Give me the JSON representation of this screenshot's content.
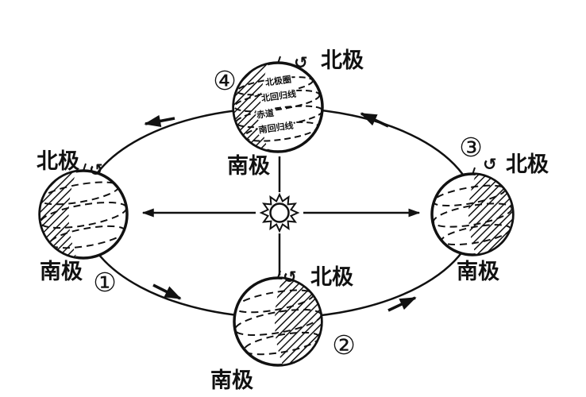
{
  "figure": {
    "kind": "earth-revolution-orbit-diagram"
  },
  "colors": {
    "ink": "#111111",
    "background": "#ffffff"
  },
  "sun": {
    "name": "sun-symbol"
  },
  "earths": [
    {
      "number": "①",
      "north_pole": "北极",
      "south_pole": "南极",
      "rotation": "↺"
    },
    {
      "number": "②",
      "north_pole": "北极",
      "south_pole": "南极",
      "rotation": "↺"
    },
    {
      "number": "③",
      "north_pole": "北极",
      "south_pole": "南极",
      "rotation": "↺"
    },
    {
      "number": "④",
      "north_pole": "北极",
      "south_pole": "南极",
      "rotation": "↺",
      "latitude_lines": {
        "arctic_circle": "北极圈",
        "tropic_of_cancer": "北回归线",
        "equator": "赤道",
        "tropic_of_capricorn": "南回归线"
      }
    }
  ]
}
